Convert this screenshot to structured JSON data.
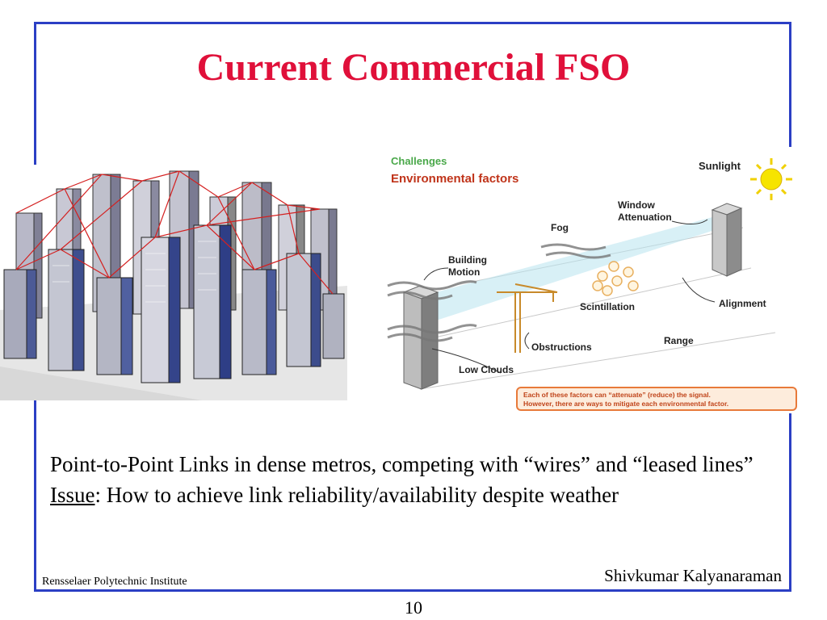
{
  "slide": {
    "title": "Current Commercial FSO",
    "bullets": {
      "line1": "Point-to-Point Links in dense metros, competing with “wires” and “leased lines”",
      "issue_label": "Issue",
      "issue_text": ": How to achieve link reliability/availability despite weather"
    },
    "footer_left": "Rensselaer Polytechnic Institute",
    "footer_right": "Shivkumar Kalyanaraman",
    "page_number": "10"
  },
  "env_diagram": {
    "challenges": "Challenges",
    "heading": "Environmental factors",
    "labels": {
      "sunlight": "Sunlight",
      "window1": "Window",
      "window2": "Attenuation",
      "fog": "Fog",
      "building1": "Building",
      "building2": "Motion",
      "scintillation": "Scintillation",
      "alignment": "Alignment",
      "range": "Range",
      "obstructions": "Obstructions",
      "low_clouds": "Low Clouds"
    },
    "note_line1": "Each of these factors can “attenuate” (reduce) the signal.",
    "note_line2": "However, there are ways to mitigate each environmental factor."
  },
  "colors": {
    "title": "#e0103a",
    "frame": "#2b3fc4",
    "link_lines": "#d42020",
    "note_border": "#e87a3a"
  }
}
